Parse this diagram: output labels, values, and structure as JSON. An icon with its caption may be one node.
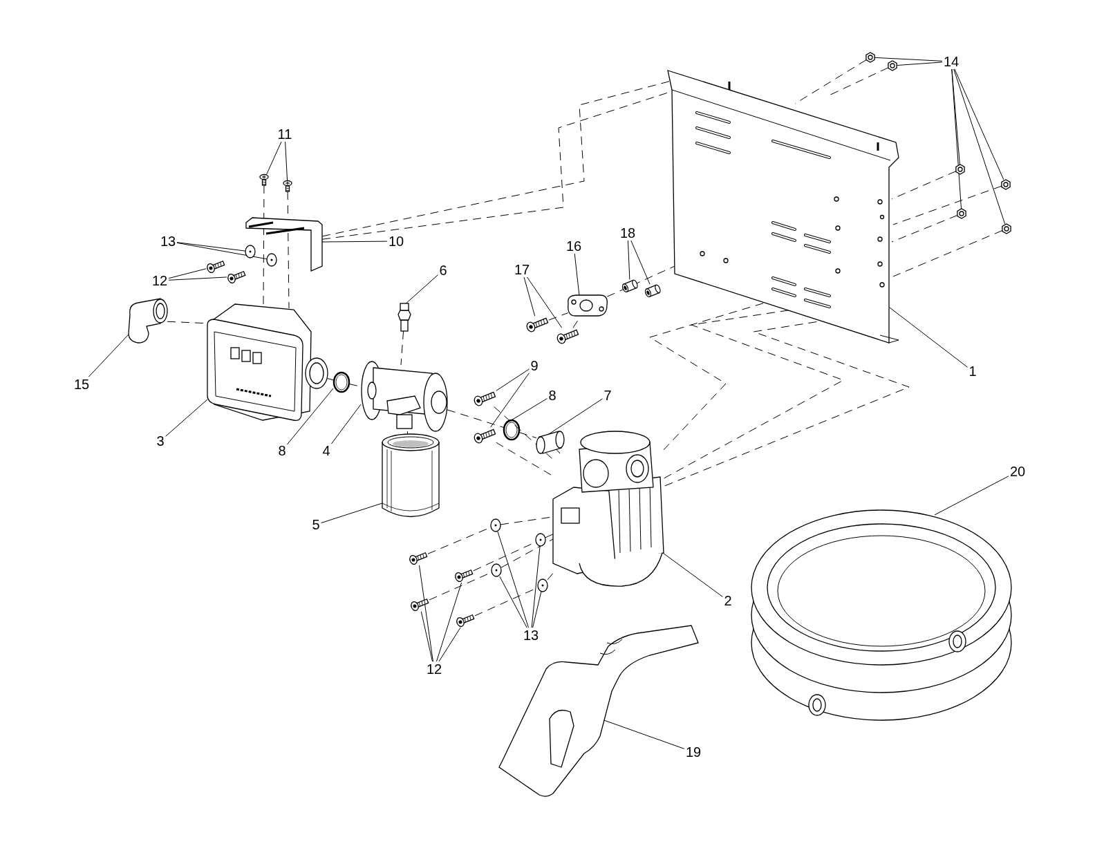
{
  "diagram": {
    "nodes": [
      {
        "text": [
          "14"
        ]
      },
      {
        "text": [
          "11"
        ]
      },
      {
        "text": [
          "13"
        ]
      },
      {
        "text": [
          "10"
        ]
      },
      {
        "text": [
          "18"
        ]
      },
      {
        "text": [
          "16"
        ]
      },
      {
        "text": [
          "6"
        ]
      },
      {
        "text": [
          "17"
        ]
      },
      {
        "text": [
          "12"
        ]
      },
      {
        "text": [
          "9"
        ]
      },
      {
        "text": [
          "1"
        ]
      },
      {
        "text": [
          "15"
        ]
      },
      {
        "text": [
          "8"
        ]
      },
      {
        "text": [
          "7"
        ]
      },
      {
        "text": [
          "3"
        ]
      },
      {
        "text": [
          "8"
        ]
      },
      {
        "text": [
          "4"
        ]
      },
      {
        "text": [
          "20"
        ]
      },
      {
        "text": [
          "5"
        ]
      },
      {
        "text": [
          "2"
        ]
      },
      {
        "text": [
          "13"
        ]
      },
      {
        "text": [
          "12"
        ]
      },
      {
        "text": [
          "19"
        ]
      },
      {
        "text": [],
        "shape": "picture"
      },
      {
        "text": [],
        "shape": "picture"
      },
      {
        "text": [],
        "shape": "picture"
      },
      {
        "text": [],
        "shape": "picture"
      },
      {
        "text": [],
        "shape": "picture"
      },
      {
        "text": [],
        "shape": "picture"
      },
      {
        "text": [],
        "shape": "picture"
      },
      {
        "text": [],
        "shape": "picture"
      },
      {
        "text": [],
        "shape": "picture"
      },
      {
        "text": [],
        "shape": "picture"
      },
      {
        "text": [],
        "shape": "picture"
      },
      {
        "text": [],
        "shape": "picture"
      },
      {
        "text": [],
        "shape": "picture"
      },
      {
        "text": [],
        "shape": "picture"
      },
      {
        "text": [],
        "shape": "picture"
      },
      {
        "text": [],
        "shape": "picture"
      },
      {
        "text": [],
        "shape": "picture"
      },
      {
        "text": [],
        "shape": "picture"
      },
      {
        "text": [],
        "shape": "picture"
      },
      {
        "text": [],
        "shape": "picture"
      },
      {
        "text": [],
        "shape": "picture"
      },
      {
        "text": [],
        "shape": "picture"
      },
      {
        "text": [],
        "shape": "picture"
      },
      {
        "text": [],
        "shape": "picture"
      },
      {
        "text": [],
        "shape": "picture"
      },
      {
        "text": [],
        "shape": "picture"
      },
      {
        "text": [],
        "shape": "picture"
      },
      {
        "text": [],
        "shape": "picture"
      },
      {
        "text": [],
        "shape": "picture"
      },
      {
        "text": [],
        "shape": "picture"
      },
      {
        "text": [],
        "shape": "picture"
      },
      {
        "text": [],
        "shape": "picture"
      },
      {
        "text": [],
        "shape": "picture"
      },
      {
        "text": [],
        "shape": "picture"
      },
      {
        "text": [],
        "shape": "picture"
      },
      {
        "text": [],
        "shape": "picture"
      },
      {
        "text": [],
        "shape": "picture"
      },
      {
        "text": [],
        "shape": "picture"
      },
      {
        "text": [],
        "shape": "picture"
      },
      {
        "text": [],
        "shape": "picture"
      }
    ],
    "edges": [
      {
        "from": 0,
        "to": 23,
        "arrow": "none"
      },
      {
        "from": 0,
        "to": 24,
        "arrow": "none"
      },
      {
        "from": 0,
        "to": 26,
        "arrow": "none"
      },
      {
        "from": 0,
        "to": 27,
        "arrow": "none"
      },
      {
        "from": 0,
        "to": 28,
        "arrow": "none"
      },
      {
        "from": 0,
        "to": 29,
        "arrow": "none"
      },
      {
        "from": 1,
        "to": 30,
        "arrow": "none"
      },
      {
        "from": 1,
        "to": 31,
        "arrow": "none"
      },
      {
        "from": 2,
        "to": 33,
        "arrow": "none"
      },
      {
        "from": 2,
        "to": 34,
        "arrow": "none"
      },
      {
        "from": 3,
        "to": 32,
        "arrow": "none"
      },
      {
        "from": 4,
        "to": 39,
        "arrow": "none"
      },
      {
        "from": 4,
        "to": 40,
        "arrow": "none"
      },
      {
        "from": 5,
        "to": 38,
        "arrow": "none"
      },
      {
        "from": 6,
        "to": 37,
        "arrow": "none"
      },
      {
        "from": 7,
        "to": 41,
        "arrow": "none"
      },
      {
        "from": 7,
        "to": 42,
        "arrow": "none"
      },
      {
        "from": 8,
        "to": 35,
        "arrow": "none"
      },
      {
        "from": 8,
        "to": 36,
        "arrow": "none"
      },
      {
        "from": 9,
        "to": 47,
        "arrow": "none"
      },
      {
        "from": 9,
        "to": 48,
        "arrow": "none"
      },
      {
        "from": 10,
        "to": 25,
        "arrow": "none"
      },
      {
        "from": 11,
        "to": 43,
        "arrow": "none"
      },
      {
        "from": 12,
        "to": 49,
        "arrow": "none"
      },
      {
        "from": 13,
        "to": 50,
        "arrow": "none"
      },
      {
        "from": 14,
        "to": 44,
        "arrow": "none"
      },
      {
        "from": 15,
        "to": 45,
        "arrow": "none"
      },
      {
        "from": 16,
        "to": 46,
        "arrow": "none"
      },
      {
        "from": 17,
        "to": 53,
        "arrow": "none"
      },
      {
        "from": 18,
        "to": 52,
        "arrow": "none"
      },
      {
        "from": 19,
        "to": 51,
        "arrow": "none"
      },
      {
        "from": 20,
        "to": 54,
        "arrow": "none"
      },
      {
        "from": 20,
        "to": 55,
        "arrow": "none"
      },
      {
        "from": 20,
        "to": 56,
        "arrow": "none"
      },
      {
        "from": 20,
        "to": 57,
        "arrow": "none"
      },
      {
        "from": 21,
        "to": 58,
        "arrow": "none"
      },
      {
        "from": 21,
        "to": 59,
        "arrow": "none"
      },
      {
        "from": 21,
        "to": 60,
        "arrow": "none"
      },
      {
        "from": 21,
        "to": 61,
        "arrow": "none"
      },
      {
        "from": 22,
        "to": 62,
        "arrow": "none"
      },
      {
        "from": 23,
        "to": 25,
        "arrow": "none",
        "style": "dashed"
      },
      {
        "from": 24,
        "to": 25,
        "arrow": "none",
        "style": "dashed"
      },
      {
        "from": 26,
        "to": 25,
        "arrow": "none",
        "style": "dashed"
      },
      {
        "from": 27,
        "to": 25,
        "arrow": "none",
        "style": "dashed"
      },
      {
        "from": 28,
        "to": 25,
        "arrow": "none",
        "style": "dashed"
      },
      {
        "from": 29,
        "to": 25,
        "arrow": "none",
        "style": "dashed"
      },
      {
        "from": 38,
        "to": 25,
        "arrow": "none",
        "style": "dashed"
      },
      {
        "from": 30,
        "to": 44,
        "arrow": "none",
        "style": "dashed"
      },
      {
        "from": 31,
        "to": 44,
        "arrow": "none",
        "style": "dashed"
      },
      {
        "from": 32,
        "to": 25,
        "arrow": "none",
        "style": "dashed"
      },
      {
        "from": 32,
        "to": 25,
        "arrow": "none",
        "style": "dashed"
      },
      {
        "from": 37,
        "to": 46,
        "arrow": "none",
        "style": "dashed"
      },
      {
        "from": 46,
        "to": 52,
        "arrow": "none",
        "style": "dashed"
      },
      {
        "from": 43,
        "to": 44,
        "arrow": "none",
        "style": "dashed"
      },
      {
        "from": 44,
        "to": 45,
        "arrow": "none",
        "style": "dashed"
      },
      {
        "from": 45,
        "to": 46,
        "arrow": "none",
        "style": "dashed"
      },
      {
        "from": 46,
        "to": 49,
        "arrow": "none",
        "style": "dashed"
      },
      {
        "from": 49,
        "to": 50,
        "arrow": "none",
        "style": "dashed"
      },
      {
        "from": 50,
        "to": 51,
        "arrow": "none",
        "style": "dashed"
      },
      {
        "from": 47,
        "to": 51,
        "arrow": "none",
        "style": "dashed"
      },
      {
        "from": 48,
        "to": 51,
        "arrow": "none",
        "style": "dashed"
      },
      {
        "from": 41,
        "to": 38,
        "arrow": "none",
        "style": "dashed"
      },
      {
        "from": 42,
        "to": 38,
        "arrow": "none",
        "style": "dashed"
      },
      {
        "from": 25,
        "to": 51,
        "arrow": "none",
        "style": "dashed"
      },
      {
        "from": 25,
        "to": 51,
        "arrow": "none",
        "style": "dashed"
      },
      {
        "from": 25,
        "to": 51,
        "arrow": "none",
        "style": "dashed"
      },
      {
        "from": 58,
        "to": 54,
        "arrow": "none",
        "style": "dashed"
      },
      {
        "from": 54,
        "to": 51,
        "arrow": "none",
        "style": "dashed"
      },
      {
        "from": 59,
        "to": 55,
        "arrow": "none",
        "style": "dashed"
      },
      {
        "from": 55,
        "to": 51,
        "arrow": "none",
        "style": "dashed"
      },
      {
        "from": 60,
        "to": 56,
        "arrow": "none",
        "style": "dashed"
      },
      {
        "from": 56,
        "to": 51,
        "arrow": "none",
        "style": "dashed"
      },
      {
        "from": 61,
        "to": 57,
        "arrow": "none",
        "style": "dashed"
      },
      {
        "from": 57,
        "to": 51,
        "arrow": "none",
        "style": "dashed"
      }
    ]
  }
}
